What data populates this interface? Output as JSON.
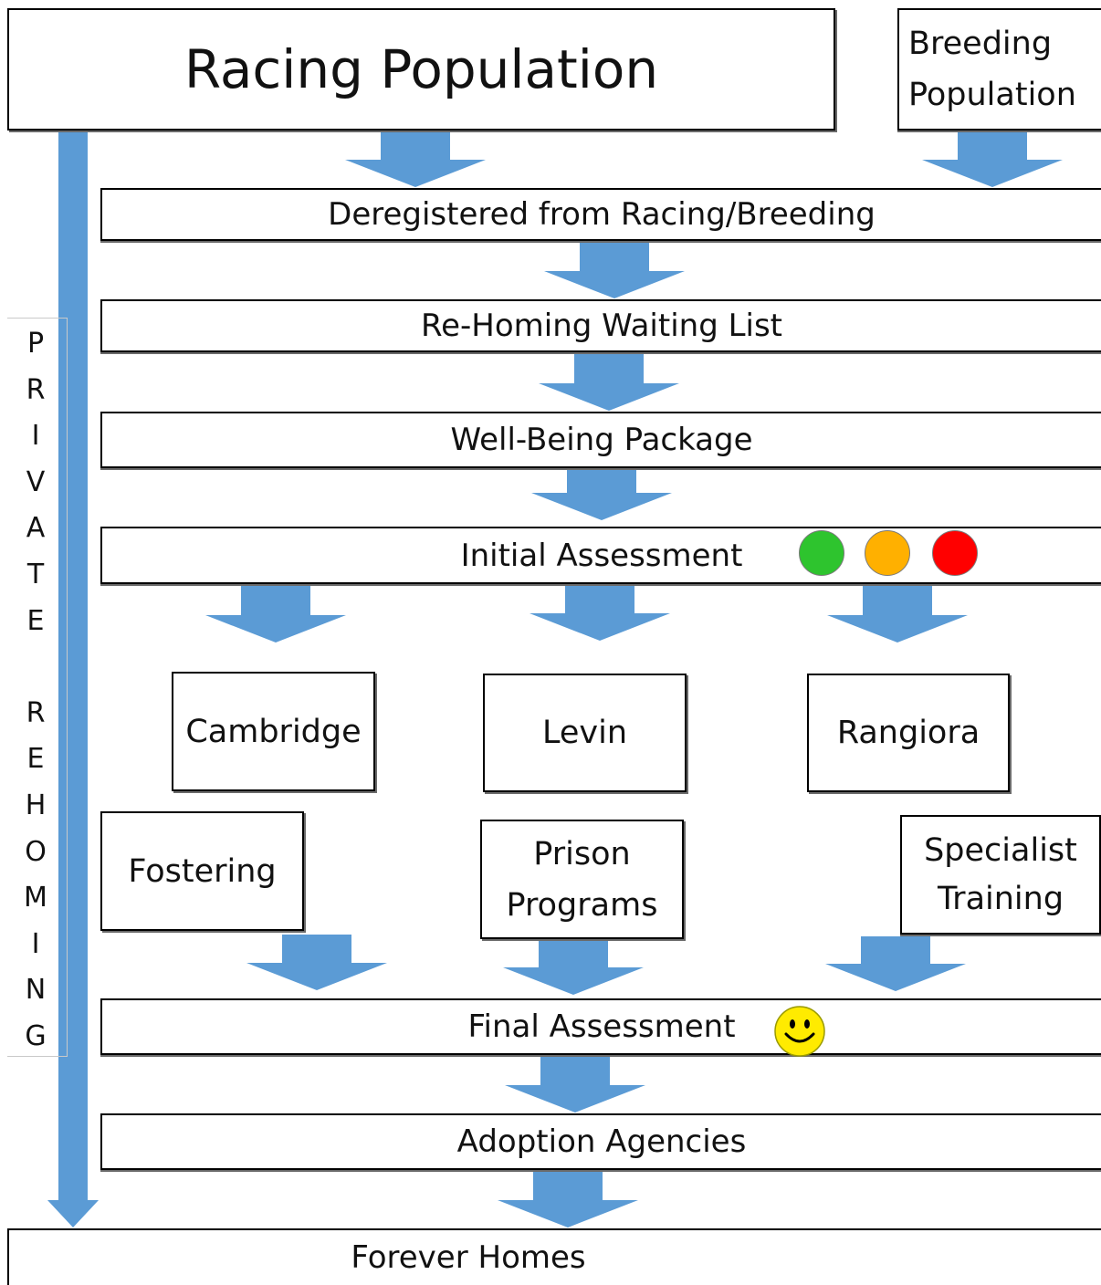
{
  "colors": {
    "arrow": "#5b9bd5",
    "lamp_green": "#2ec42e",
    "lamp_amber": "#ffb000",
    "lamp_red": "#ff0000",
    "smiley": "#ffeb00"
  },
  "diagram": {
    "top": {
      "racing_population": "Racing Population",
      "breeding_population_line1": "Breeding",
      "breeding_population_line2": "Population"
    },
    "stages": {
      "deregistered": "Deregistered from Racing/Breeding",
      "waiting_list": "Re-Homing Waiting List",
      "wellbeing": "Well-Being Package",
      "initial_assessment": "Initial Assessment",
      "final_assessment": "Final Assessment",
      "adoption_agencies": "Adoption Agencies",
      "forever_homes": "Forever Homes"
    },
    "locations": {
      "cambridge": "Cambridge",
      "levin": "Levin",
      "rangiora": "Rangiora"
    },
    "programs": {
      "fostering": "Fostering",
      "prison_line1": "Prison",
      "prison_line2": "Programs",
      "specialist_line1": "Specialist",
      "specialist_line2": "Training"
    },
    "side_label": "P\nR\nI\nV\nA\nT\nE\n\nR\nE\nH\nO\nM\nI\nN\nG",
    "assessment_lamps": [
      "green",
      "amber",
      "red"
    ],
    "final_icon": "smiley-face-icon"
  }
}
